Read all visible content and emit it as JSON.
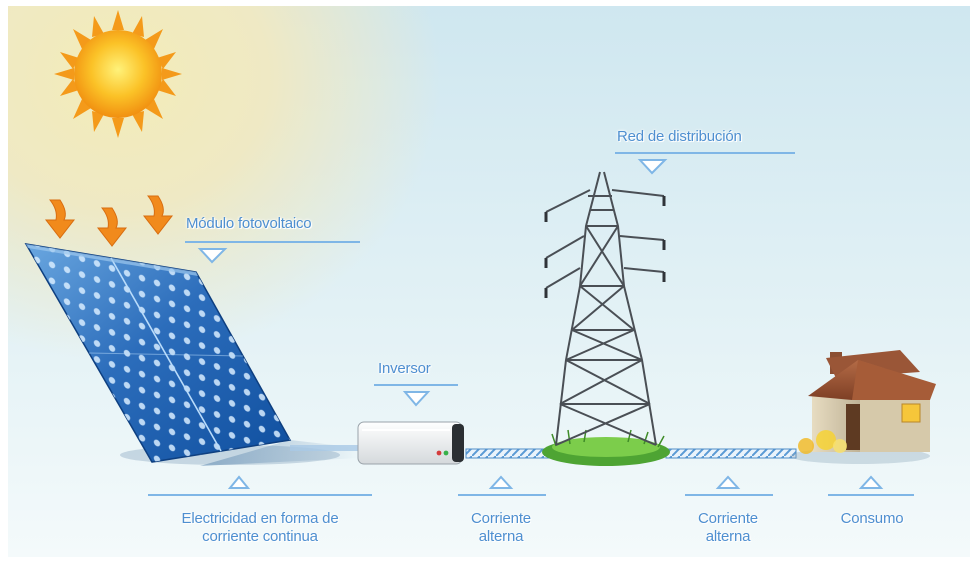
{
  "labels": {
    "modulo": "Módulo fotovoltaico",
    "red": "Red de distribución",
    "inversor": "Inversor",
    "electricidad_line1": "Electricidad en forma de",
    "electricidad_line2": "corriente continua",
    "corriente1_line1": "Corriente",
    "corriente1_line2": "alterna",
    "corriente2_line1": "Corriente",
    "corriente2_line2": "alterna",
    "consumo": "Consumo"
  },
  "colors": {
    "label_text": "#4e8fd0",
    "bracket": "#7fb6e6",
    "panel": "#2a6fb8",
    "sun": "#f7a21a",
    "arrows": "#f08a1e"
  },
  "icons": [
    "sun-icon",
    "sunlight-arrow-icon",
    "solar-panel-icon",
    "inverter-icon",
    "power-tower-icon",
    "house-icon"
  ]
}
